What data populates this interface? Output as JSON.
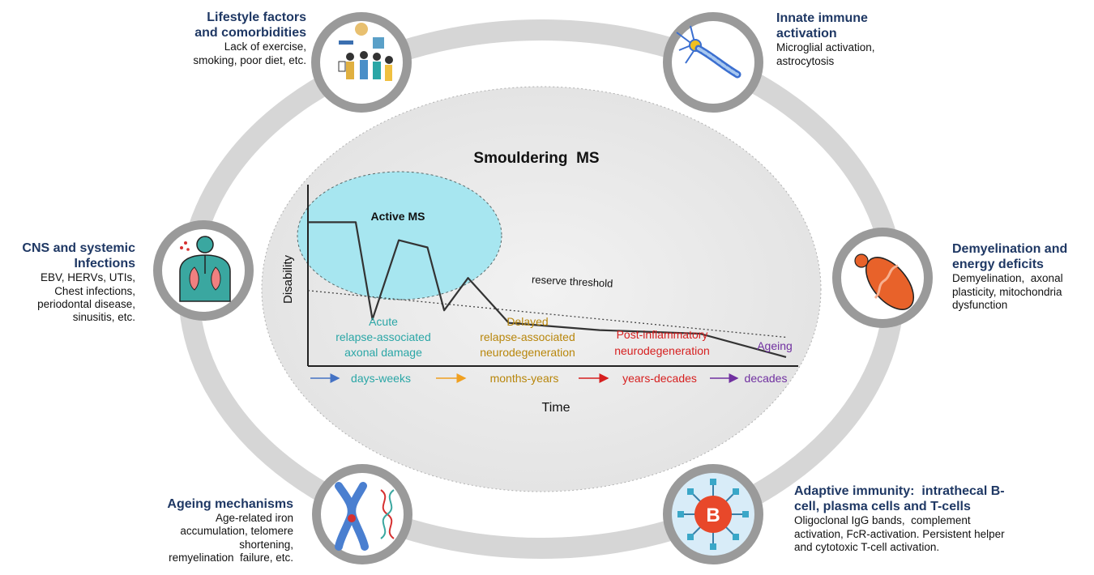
{
  "center": {
    "title": "Smouldering  MS",
    "active_ms": "Active MS",
    "reserve_threshold": "reserve threshold",
    "y_axis": "Disability",
    "x_axis": "Time"
  },
  "phases": [
    {
      "line1": "Acute",
      "line2": "relapse-associated",
      "line3": "axonal damage",
      "color": "#2aa6a6"
    },
    {
      "line1": "Delayed",
      "line2": "relapse-associated",
      "line3": "neurodegeneration",
      "color": "#b8860b"
    },
    {
      "line1": "Post-inflammatory",
      "line2": "neurodegeneration",
      "line3": "",
      "color": "#d61f1f"
    },
    {
      "line1": "Ageing",
      "line2": "",
      "line3": "",
      "color": "#7030a0"
    }
  ],
  "timeline": [
    {
      "label": "days-weeks",
      "color": "#2aa6a6",
      "arrow_color": "#4472c4"
    },
    {
      "label": "months-years",
      "color": "#b8860b",
      "arrow_color": "#f0a020"
    },
    {
      "label": "years-decades",
      "color": "#d61f1f",
      "arrow_color": "#d61f1f"
    },
    {
      "label": "decades",
      "color": "#7030a0",
      "arrow_color": "#7030a0"
    }
  ],
  "factors": {
    "lifestyle": {
      "title_line1": "Lifestyle factors",
      "title_line2": "and comorbidities",
      "desc_line1": "Lack of exercise,",
      "desc_line2": "smoking, poor diet, etc."
    },
    "innate": {
      "title_line1": "Innate immune",
      "title_line2": "activation",
      "desc_line1": "Microglial activation,",
      "desc_line2": "astrocytosis"
    },
    "infections": {
      "title_line1": "CNS and systemic",
      "title_line2": "Infections",
      "desc_line1": "EBV, HERVs, UTIs,",
      "desc_line2": "Chest infections,",
      "desc_line3": "periodontal disease,",
      "desc_line4": "sinusitis, etc."
    },
    "demyelination": {
      "title_line1": "Demyelination and",
      "title_line2": "energy deficits",
      "desc_line1": "Demyelination,  axonal",
      "desc_line2": "plasticity, mitochondria",
      "desc_line3": "dysfunction"
    },
    "ageing": {
      "title_line1": "Ageing mechanisms",
      "desc_line1": "Age-related iron",
      "desc_line2": "accumulation, telomere",
      "desc_line3": "shortening,",
      "desc_line4": "remyelination  failure, etc."
    },
    "adaptive": {
      "title_line1": "Adaptive immunity:  intrathecal B-",
      "title_line2": "cell, plasma cells and T-cells",
      "desc_line1": "Oligoclonal IgG bands,  complement",
      "desc_line2": "activation, FcR-activation. Persistent helper",
      "desc_line3": "and cytotoxic T-cell activation.",
      "b_cell_letter": "B"
    }
  },
  "icons": {
    "lifestyle": "people-exercise-icon",
    "innate": "microglia-neuron-icon",
    "infections": "lungs-infection-icon",
    "demyelination": "mitochondria-icon",
    "ageing": "chromosome-dna-icon",
    "adaptive": "b-cell-icon"
  },
  "chart_data": {
    "type": "line",
    "x": [
      0,
      1,
      1.35,
      1.9,
      2.5,
      2.85,
      3.35,
      4.2,
      6.1,
      8.2,
      10
    ],
    "values": [
      8.0,
      8.0,
      2.6,
      7.0,
      6.6,
      3.1,
      4.9,
      2.4,
      2.0,
      1.8,
      0.5
    ],
    "threshold": {
      "label": "reserve threshold",
      "x": [
        0,
        10
      ],
      "y": [
        4.2,
        1.6
      ]
    },
    "xlabel": "Time",
    "ylabel": "Disability",
    "grid": false
  }
}
